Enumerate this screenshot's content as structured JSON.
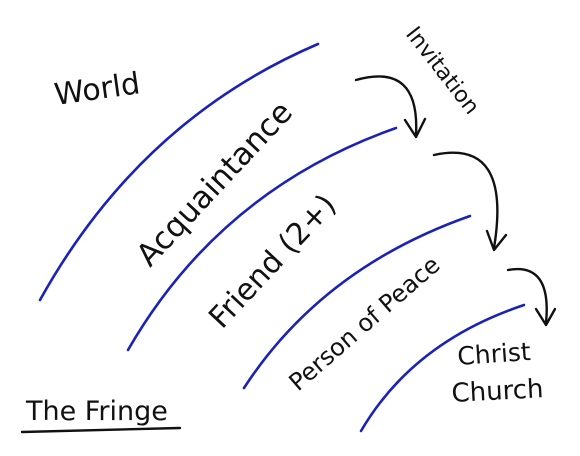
{
  "labels": {
    "world": "World",
    "invitation": "Invitation",
    "acquaintance": "Acquaintance",
    "friend": "Friend (2+)",
    "person_of_peace": "Person of Peace",
    "christ": "Christ",
    "church": "Church",
    "the_fringe": "The Fringe"
  },
  "colors": {
    "band_line": "#1a22b8",
    "ink": "#111111"
  }
}
